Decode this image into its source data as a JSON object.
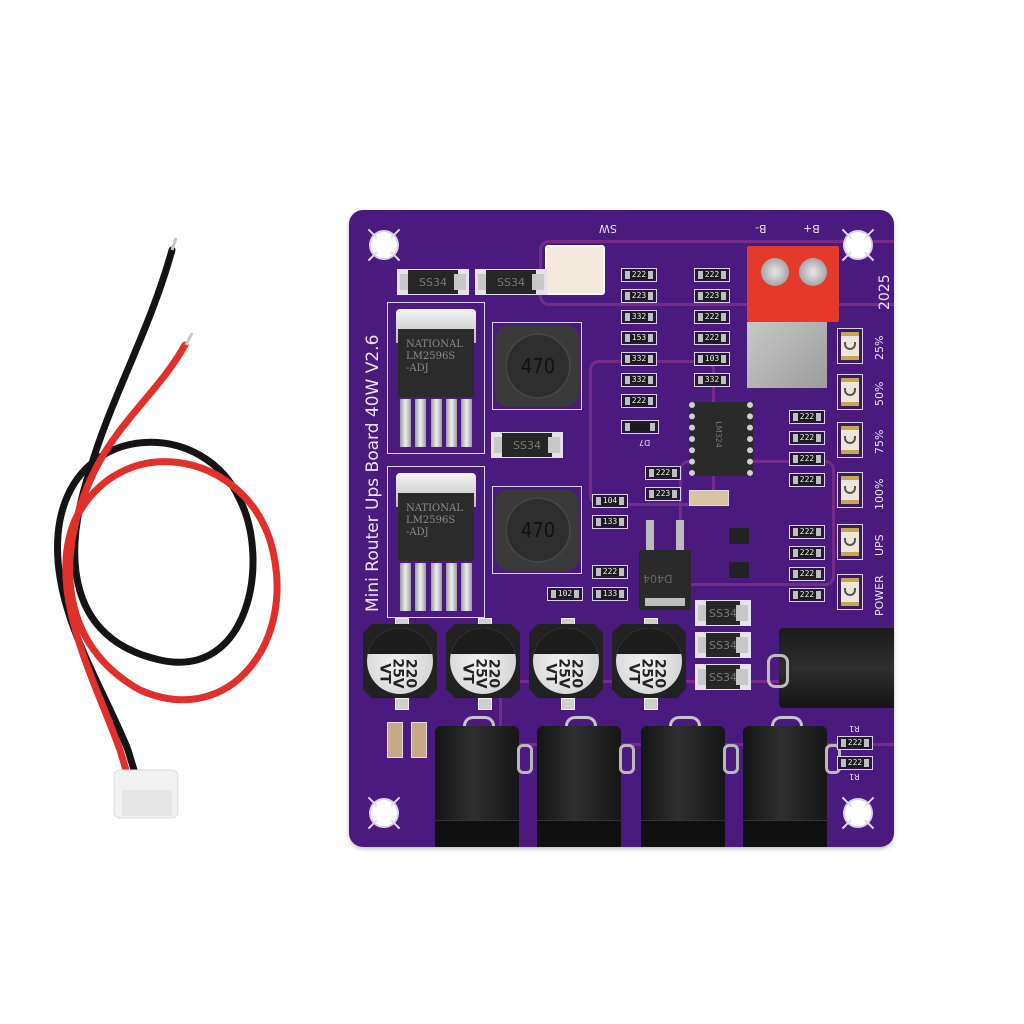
{
  "scene": {
    "description": "Product photo of a purple Mini Router UPS Board 40W V2.6 PCB with a red/black JST cable",
    "background_color": "#ffffff",
    "pcb_color": "#4a1a7e"
  },
  "board": {
    "title": "Mini Router Ups Board 40W V2.6",
    "year_mark": "2025",
    "sw_label": "SW",
    "battery_neg_label": "B-",
    "battery_pos_label": "B+",
    "led_labels": [
      "25%",
      "50%",
      "75%",
      "100%",
      "UPS",
      "POWER"
    ],
    "diodes_top": [
      "SS34",
      "SS34"
    ],
    "diode_mid": "SS34",
    "diodes_right": [
      "SS34",
      "SS34",
      "SS34"
    ],
    "regulators": [
      {
        "brand": "NATIONAL",
        "part": "LM2596S",
        "suffix": "-ADJ"
      },
      {
        "brand": "NATIONAL",
        "part": "LM2596S",
        "suffix": "-ADJ"
      }
    ],
    "inductors": [
      "470",
      "470"
    ],
    "capacitors": [
      {
        "value": "220",
        "voltage": "25V",
        "series": "VT"
      },
      {
        "value": "220",
        "voltage": "25V",
        "series": "VT"
      },
      {
        "value": "220",
        "voltage": "25V",
        "series": "VT"
      },
      {
        "value": "220",
        "voltage": "25V",
        "series": "VT"
      }
    ],
    "resistor_col_a": [
      "222",
      "223",
      "332",
      "153",
      "332",
      "332",
      "222"
    ],
    "resistor_col_b": [
      "222",
      "223",
      "222",
      "222",
      "103",
      "332"
    ],
    "resistor_right_a": [
      "222",
      "222",
      "222",
      "222"
    ],
    "resistor_right_b": [
      "222",
      "222",
      "222",
      "222"
    ],
    "resistor_mid": [
      "222",
      "223",
      "104",
      "133",
      "222",
      "102",
      "133"
    ],
    "resistor_r1": [
      "222",
      "222"
    ],
    "r1_label": "R1",
    "d7_label": "D7",
    "ic_label": "LM324",
    "mosfet_label": "D404",
    "dc_jacks_output_count": 4,
    "dc_jack_input_count": 1
  },
  "cable": {
    "wire_colors": [
      "#111111",
      "#e0302b"
    ],
    "connector": "2-pin white JST"
  }
}
